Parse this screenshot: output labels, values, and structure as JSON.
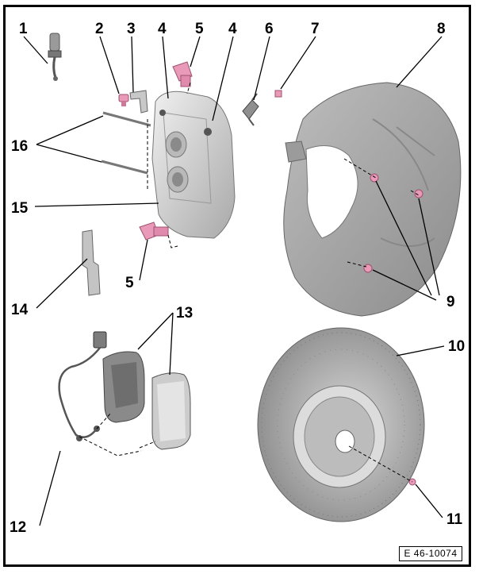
{
  "callouts": {
    "c1": "1",
    "c2": "2",
    "c3": "3",
    "c4a": "4",
    "c5a": "5",
    "c4b": "4",
    "c6": "6",
    "c7": "7",
    "c8": "8",
    "c16": "16",
    "c15": "15",
    "c5b": "5",
    "c9": "9",
    "c14": "14",
    "c13": "13",
    "c10": "10",
    "c12": "12",
    "c11": "11"
  },
  "reference": "E 46-10074",
  "colors": {
    "bolt": "#e89ab8",
    "caliper": "#cfcfcf",
    "shield": "#a7a7a7",
    "disc": "#9a9a9a",
    "pad": "#8a8a8a"
  }
}
